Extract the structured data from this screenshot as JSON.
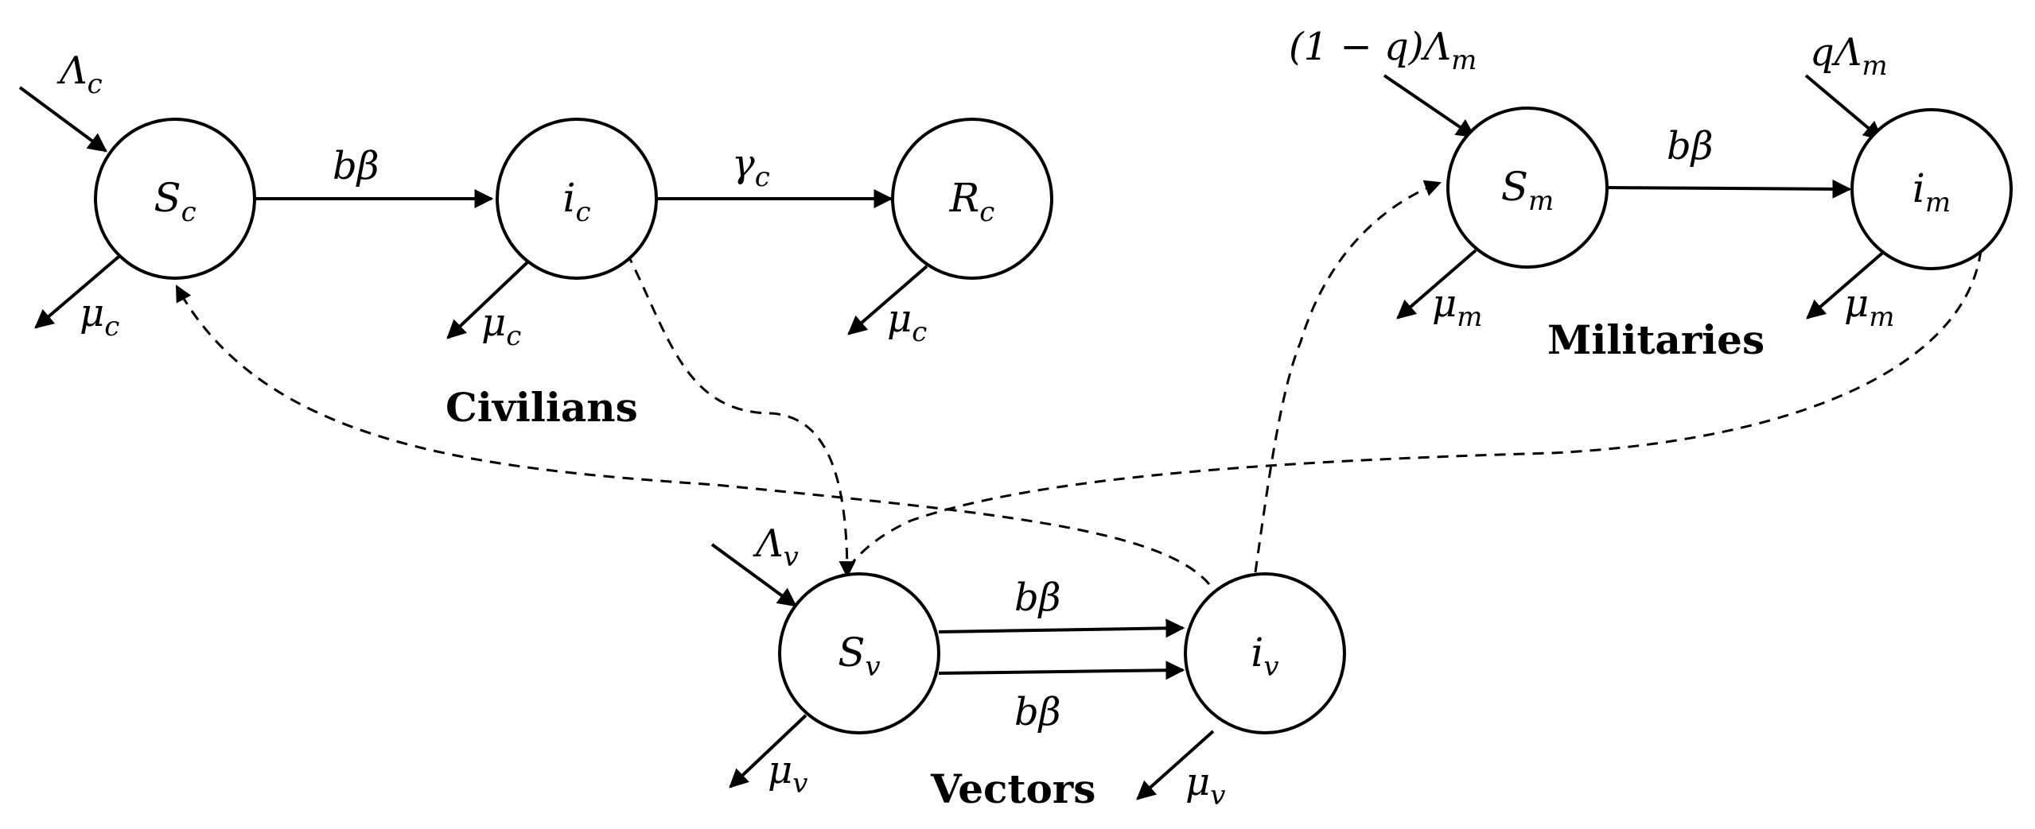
{
  "nodes": {
    "sc": "S_c",
    "ic": "i_c",
    "rc": "R_c",
    "sm": "S_m",
    "im": "i_m",
    "sv": "S_v",
    "iv": "i_v"
  },
  "groups": {
    "civilians": "Civilians",
    "militaries": "Militaries",
    "vectors": "Vectors"
  },
  "rates": {
    "lambda_c": "Λ_c",
    "mu_c": "μ_c",
    "b_beta": "bβ",
    "gamma_c": "γ_c",
    "lambda_m_susceptible": "(1 − q)Λ_m",
    "lambda_m_infected": "qΛ_m",
    "mu_m": "μ_m",
    "lambda_v": "Λ_v",
    "mu_v": "μ_v"
  }
}
